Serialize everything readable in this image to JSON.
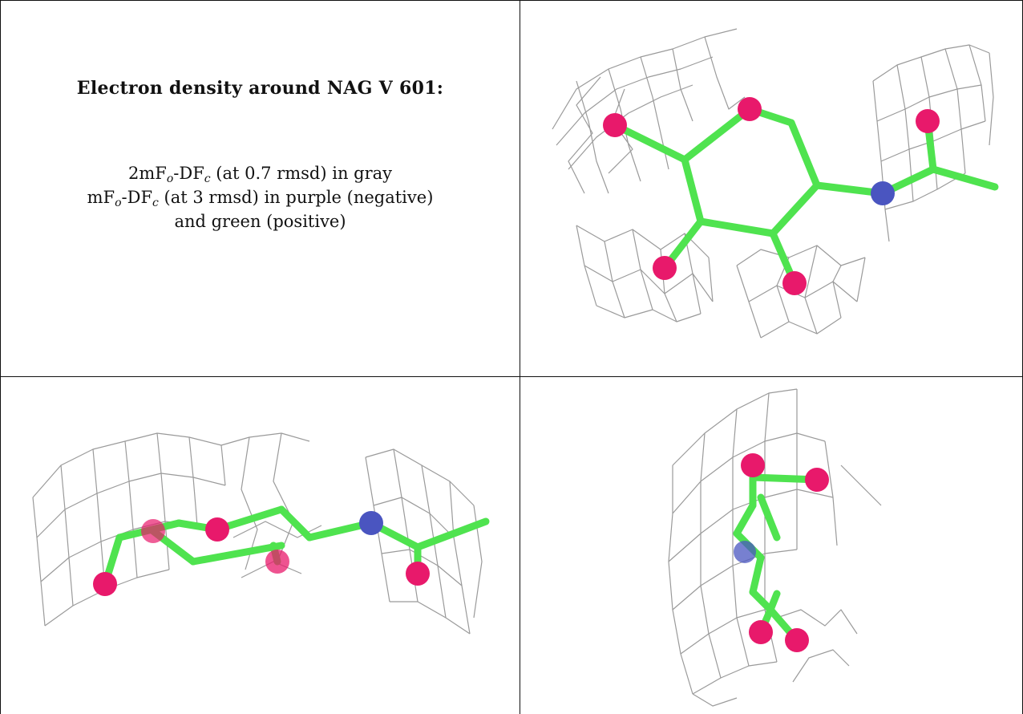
{
  "figure": {
    "heading": "Electron density around NAG V 601:",
    "legend": {
      "line1": {
        "prefix": "2mF",
        "sub1": "o",
        "mid": "-DF",
        "sub2": "c",
        "suffix": " (at 0.7 rmsd) in gray"
      },
      "line2": {
        "prefix": "mF",
        "sub1": "o",
        "mid": "-DF",
        "sub2": "c",
        "suffix": " (at 3 rmsd) in purple (negative)"
      },
      "line3": "and green (positive)"
    },
    "colors": {
      "density_mesh": "#9a9a9a",
      "carbon_bond": "#4fe34f",
      "oxygen_atom": "#e8196b",
      "nitrogen_atom": "#4a55c0"
    },
    "views": [
      "view-top-right",
      "view-bottom-left",
      "view-bottom-right"
    ]
  }
}
